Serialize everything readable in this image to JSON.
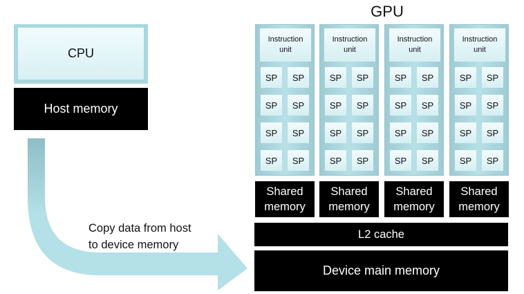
{
  "host": {
    "cpu_label": "CPU",
    "memory_label": "Host memory"
  },
  "arrow": {
    "label_line1": "Copy data from host",
    "label_line2": "to device memory"
  },
  "gpu": {
    "title": "GPU",
    "instruction_line1": "Instruction",
    "instruction_line2": "unit",
    "sp_label": "SP",
    "shared_line1": "Shared",
    "shared_line2": "memory",
    "l2_label": "L2 cache",
    "device_memory_label": "Device main memory"
  },
  "colors": {
    "light_blue": "#a9d7df",
    "black": "#000000"
  }
}
